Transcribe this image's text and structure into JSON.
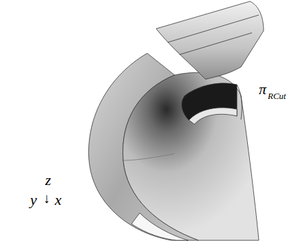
{
  "diagram": {
    "labels": [
      "π",
      "RCut",
      "z",
      "y",
      "↓",
      "x"
    ]
  }
}
